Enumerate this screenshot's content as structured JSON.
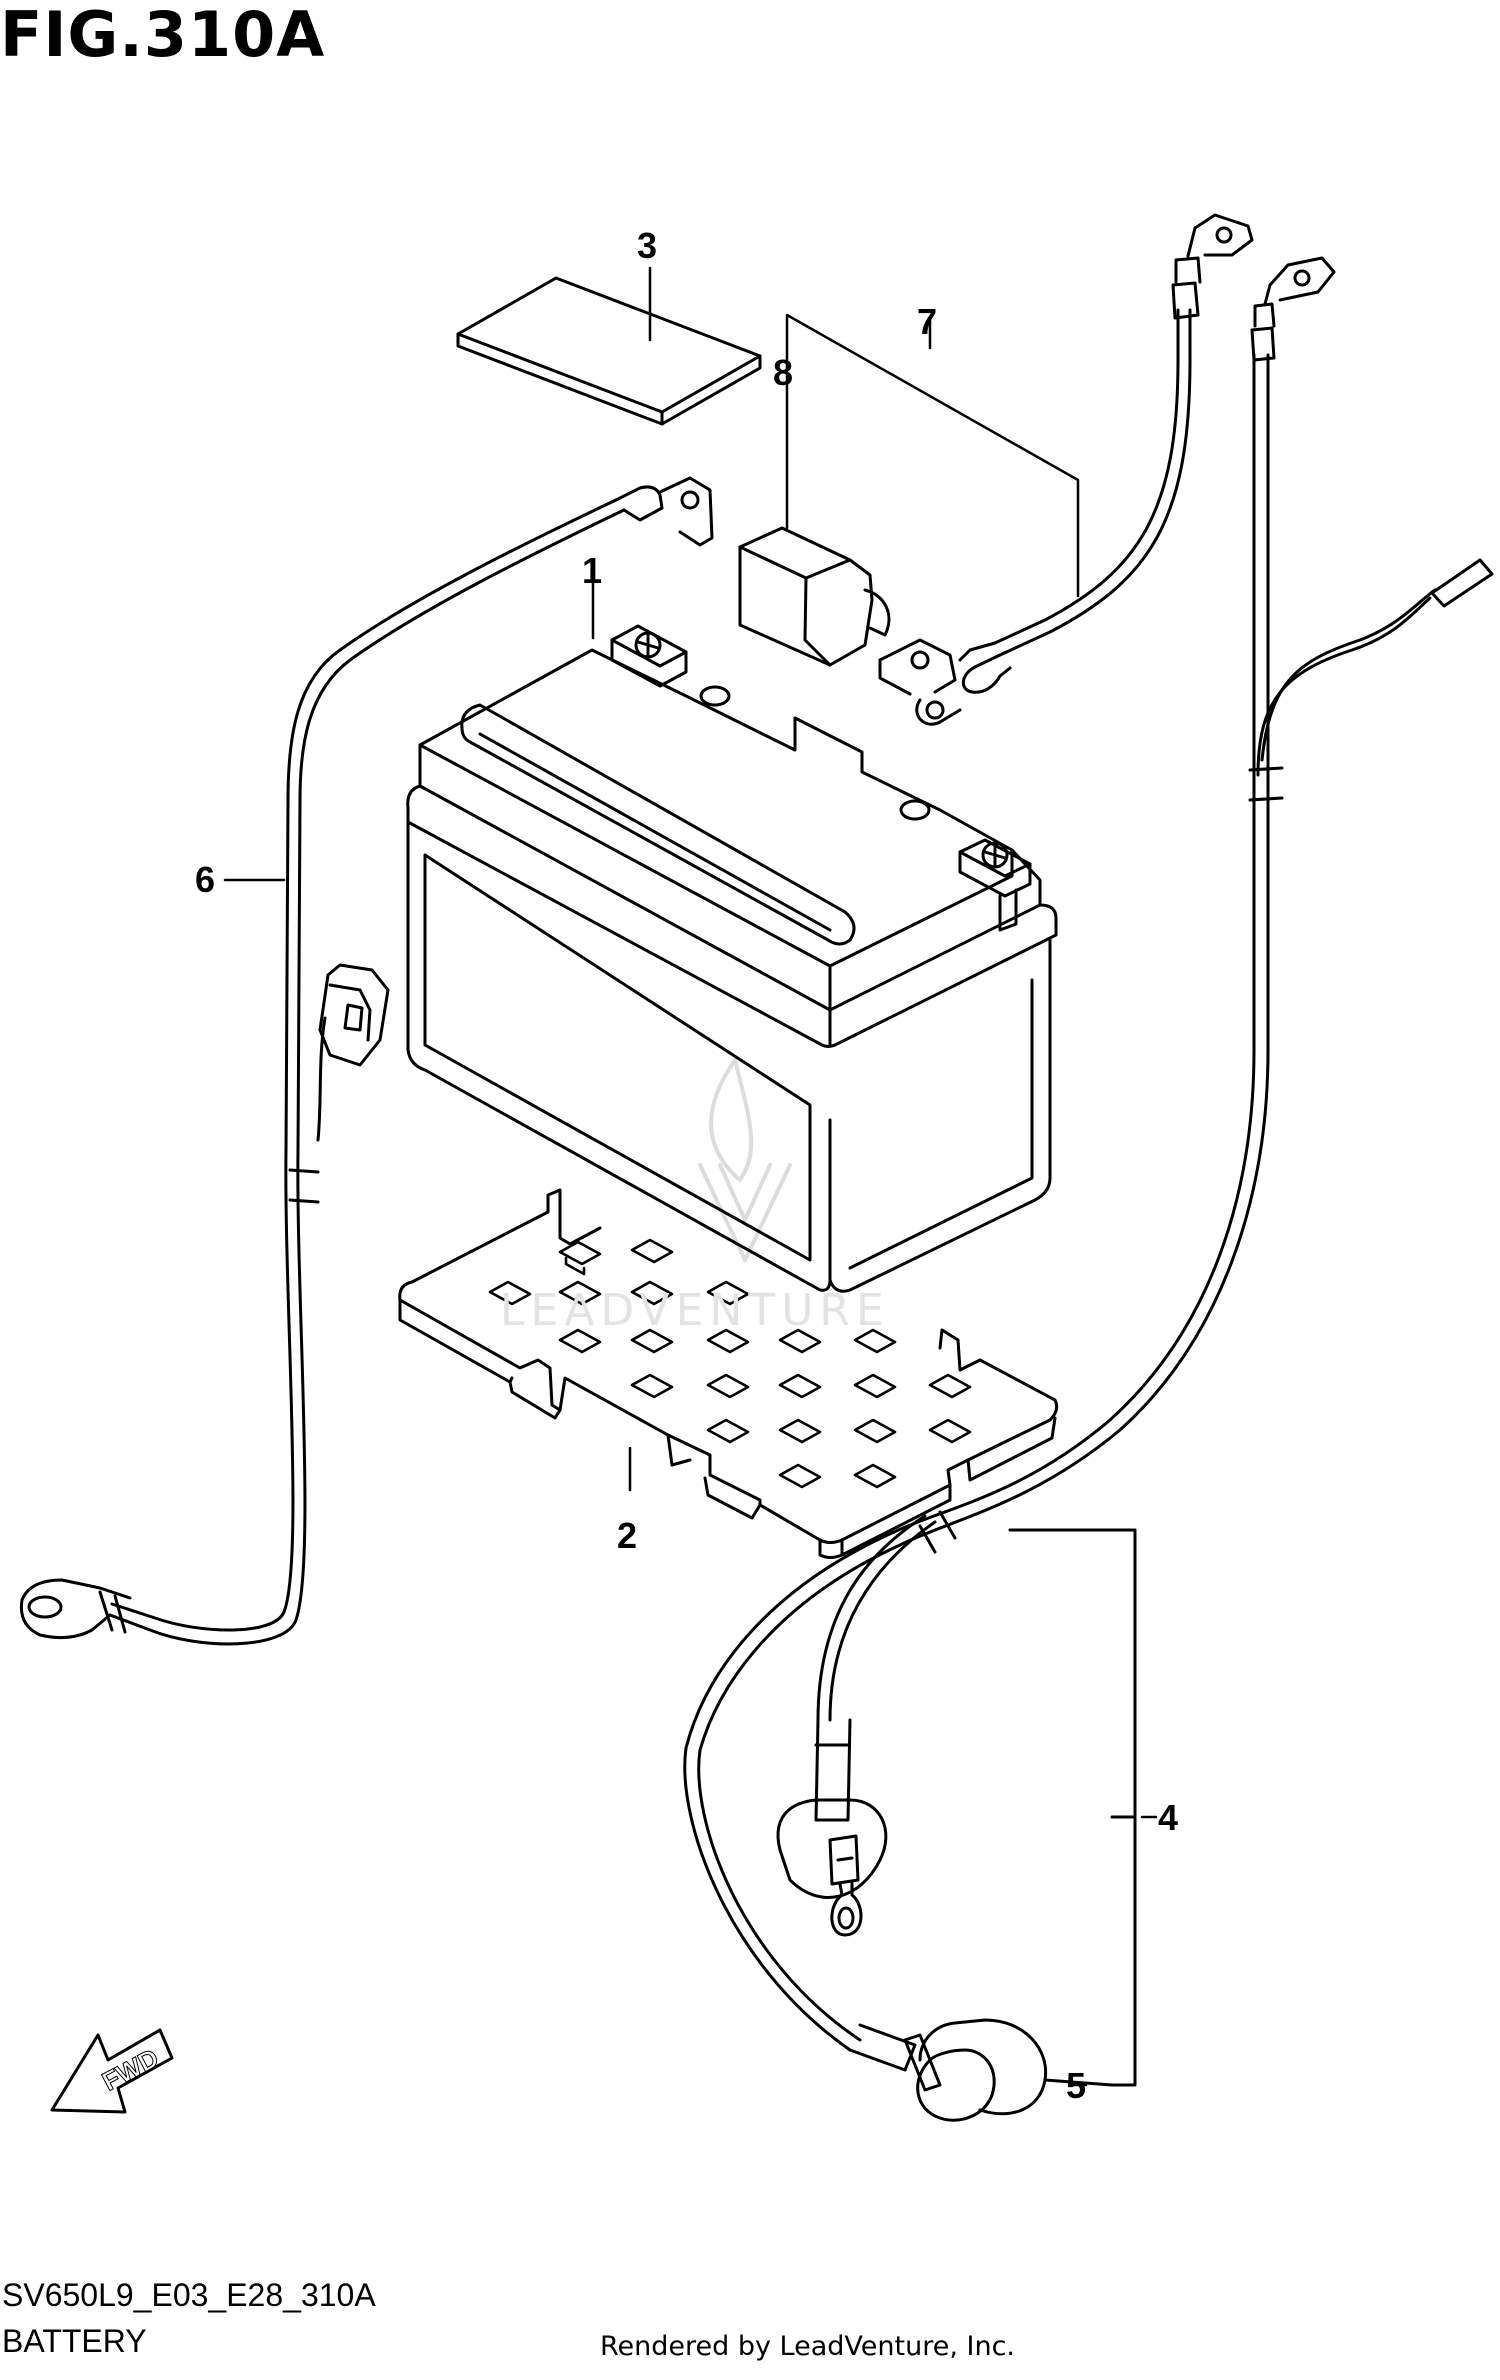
{
  "header": {
    "figure_title": "FIG.310A"
  },
  "watermark": {
    "text": "LEADVENTURE"
  },
  "callouts": [
    {
      "id": "1",
      "label": "1"
    },
    {
      "id": "2",
      "label": "2"
    },
    {
      "id": "3",
      "label": "3"
    },
    {
      "id": "4",
      "label": "4"
    },
    {
      "id": "5",
      "label": "5"
    },
    {
      "id": "6",
      "label": "6"
    },
    {
      "id": "7",
      "label": "7"
    },
    {
      "id": "8",
      "label": "8"
    }
  ],
  "fwd_arrow": {
    "label": "FWD"
  },
  "footer": {
    "model_code": "SV650L9_E03_E28_310A",
    "section_name": "BATTERY",
    "credit": "Rendered by LeadVenture, Inc."
  }
}
